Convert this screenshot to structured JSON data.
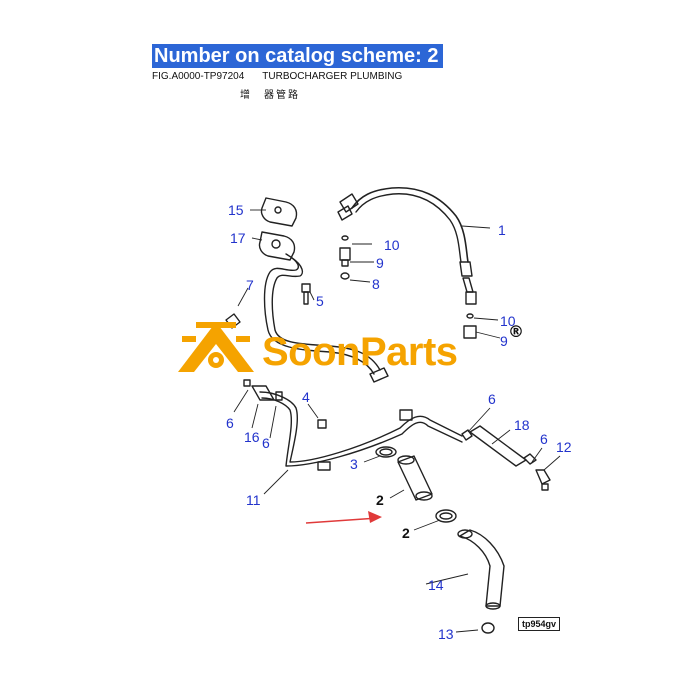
{
  "header": {
    "headline": "Number on catalog scheme: 2",
    "fig_id": "FIG.A0000-TP97204",
    "fig_title": "TURBOCHARGER PLUMBING",
    "fig_title_cjk": "增　器管路"
  },
  "watermark": {
    "brand_text": "SoonParts",
    "registered_mark": "®",
    "logo_icon": "gear-and-chain-logo",
    "brand_color": "#f5a300"
  },
  "diagram": {
    "drawing_code": "tp954gv",
    "callout_color": "#2233cc",
    "arrow_color": "#e03a3a",
    "callouts": [
      {
        "id": "c1",
        "label": "1"
      },
      {
        "id": "c2a",
        "label": "2"
      },
      {
        "id": "c2b",
        "label": "2"
      },
      {
        "id": "c3",
        "label": "3"
      },
      {
        "id": "c4",
        "label": "4"
      },
      {
        "id": "c5",
        "label": "5"
      },
      {
        "id": "c6a",
        "label": "6"
      },
      {
        "id": "c6b",
        "label": "6"
      },
      {
        "id": "c6c",
        "label": "6"
      },
      {
        "id": "c6d",
        "label": "6"
      },
      {
        "id": "c7",
        "label": "7"
      },
      {
        "id": "c8",
        "label": "8"
      },
      {
        "id": "c9a",
        "label": "9"
      },
      {
        "id": "c9b",
        "label": "9"
      },
      {
        "id": "c10a",
        "label": "10"
      },
      {
        "id": "c10b",
        "label": "10"
      },
      {
        "id": "c11",
        "label": "11"
      },
      {
        "id": "c12",
        "label": "12"
      },
      {
        "id": "c13",
        "label": "13"
      },
      {
        "id": "c14",
        "label": "14"
      },
      {
        "id": "c15",
        "label": "15"
      },
      {
        "id": "c16",
        "label": "16"
      },
      {
        "id": "c17",
        "label": "17"
      },
      {
        "id": "c18",
        "label": "18"
      }
    ]
  }
}
